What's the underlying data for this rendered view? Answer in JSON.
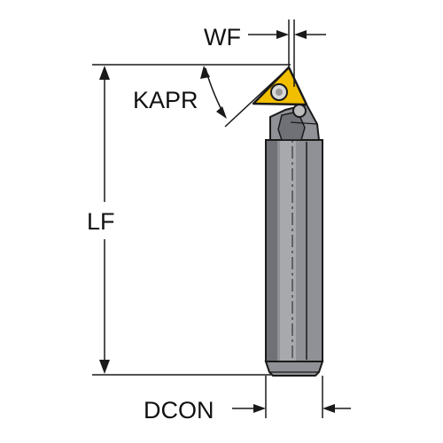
{
  "labels": {
    "wf": "WF",
    "kapr": "KAPR",
    "lf": "LF",
    "dcon": "DCON"
  },
  "colors": {
    "insert": "#F2BE00",
    "body": "#8F9196",
    "body_shade": "#6F7176",
    "body_light": "#A7A9AD",
    "outline": "#1A1A1A",
    "dimension": "#1A1A1A"
  }
}
